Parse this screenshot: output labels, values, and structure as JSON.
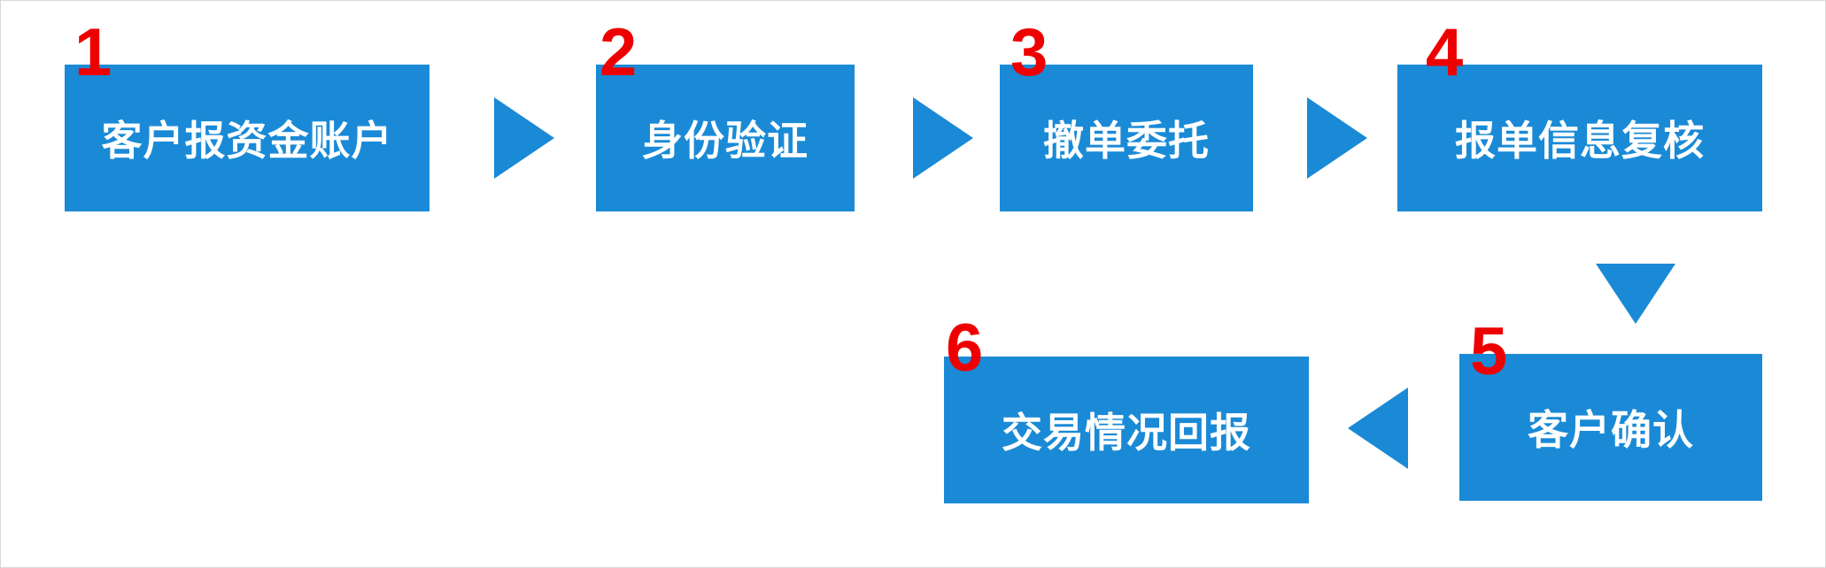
{
  "colors": {
    "box_fill": "#1a8ad6",
    "box_text": "#ffffff",
    "number": "#ee0000",
    "arrow": "#1a8ad6"
  },
  "steps": [
    {
      "number": "1",
      "label": "客户报资金账户"
    },
    {
      "number": "2",
      "label": "身份验证"
    },
    {
      "number": "3",
      "label": "撤单委托"
    },
    {
      "number": "4",
      "label": "报单信息复核"
    },
    {
      "number": "5",
      "label": "客户确认"
    },
    {
      "number": "6",
      "label": "交易情况回报"
    }
  ],
  "arrows": [
    {
      "from": "1",
      "to": "2",
      "direction": "right",
      "icon": "triangle-right-icon"
    },
    {
      "from": "2",
      "to": "3",
      "direction": "right",
      "icon": "triangle-right-icon"
    },
    {
      "from": "3",
      "to": "4",
      "direction": "right",
      "icon": "triangle-right-icon"
    },
    {
      "from": "4",
      "to": "5",
      "direction": "down",
      "icon": "triangle-down-icon"
    },
    {
      "from": "5",
      "to": "6",
      "direction": "left",
      "icon": "triangle-left-icon"
    }
  ]
}
